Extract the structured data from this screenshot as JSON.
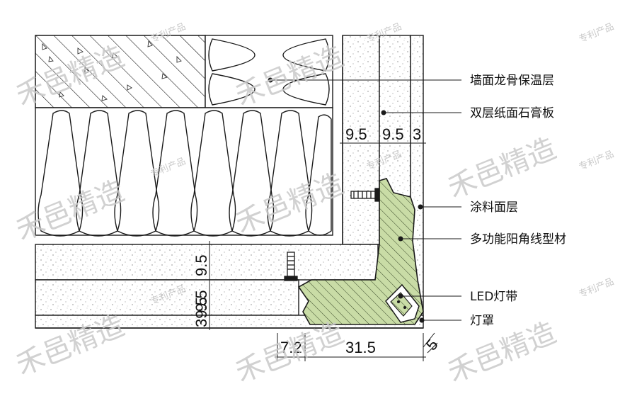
{
  "labels": {
    "wall_insulation": "墙面龙骨保温层",
    "double_gypsum": "双层纸面石膏板",
    "paint_layer": "涂料面层",
    "profile": "多功能阳角线型材",
    "led_strip": "LED灯带",
    "lamp_cover": "灯罩"
  },
  "dimensions": {
    "top_a": "9.5",
    "top_b": "9.5",
    "top_c": "3",
    "left_a": "9.5",
    "left_b": "9.5",
    "left_c": "39.5",
    "bottom_a": "7.2",
    "bottom_b": "31.5",
    "bottom_c": "5"
  },
  "watermark": {
    "brand": "禾邑精造",
    "tag": "专利产品"
  },
  "colors": {
    "profile_fill": "#c9dca6",
    "line": "#1a1a1a",
    "watermark": "#c9c9c9"
  }
}
